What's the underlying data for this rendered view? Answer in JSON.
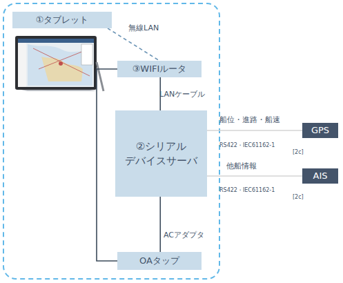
{
  "diagram": {
    "nodes": [
      {
        "text": [
          "①タブレット"
        ]
      },
      {
        "text": [
          "③WIFIルータ"
        ]
      },
      {
        "text": [
          "②シリアル デバイスサーバ"
        ]
      },
      {
        "text": [
          "OAタップ"
        ]
      },
      {
        "text": [
          "GPS"
        ]
      },
      {
        "text": [
          "AIS"
        ]
      }
    ],
    "edges": [
      {
        "from": 0,
        "to": 1,
        "label": "無線LAN",
        "arrow": "none"
      },
      {
        "from": 1,
        "to": 2,
        "label": "LANケーブル",
        "arrow": "none"
      },
      {
        "from": 2,
        "to": 4,
        "label": "船位・進路・船速",
        "arrow": "none"
      },
      {
        "from": 2,
        "to": 5,
        "label": "他船情報",
        "arrow": "none"
      },
      {
        "from": 2,
        "to": 3,
        "label": "ACアダプタ",
        "arrow": "none"
      },
      {
        "from": 3,
        "to": 1,
        "arrow": "none"
      }
    ],
    "labels": [
      "RS422・IEC61162-1",
      "[2c]",
      "RS422・IEC61162-1",
      "[2c]"
    ]
  }
}
